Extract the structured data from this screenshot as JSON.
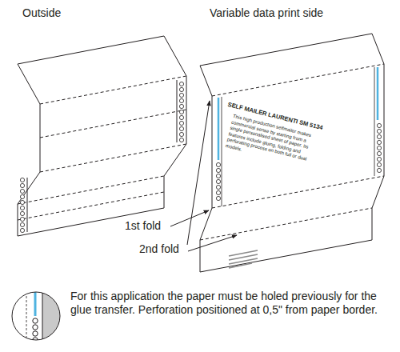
{
  "diagram": {
    "labels": [
      "Outside",
      "Variable data print side",
      "SELF MAILER LAURENTI SM 5134",
      "This high production selfmailer makes commercial sense by starting from a single personalised sheet of paper. Its features include gluing, folding and perforating process on both full or dual models.",
      "1st fold",
      "2nd fold",
      "For this application the paper must be holed previously for the glue transfer. Perforation positioned at 0,5\" from paper border."
    ]
  }
}
